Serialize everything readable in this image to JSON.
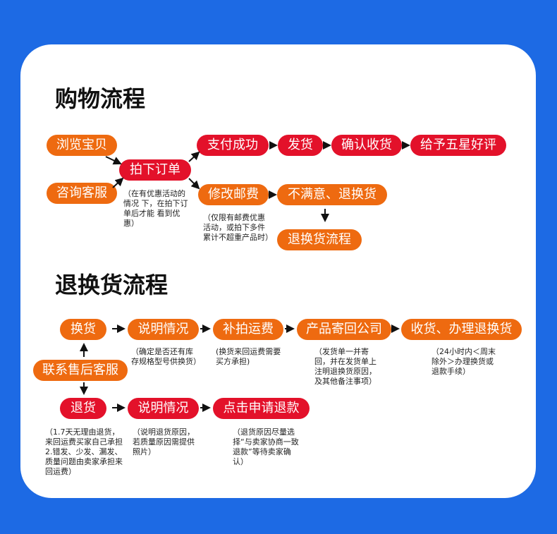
{
  "shopping": {
    "title": "购物流程",
    "browse": "浏览宝贝",
    "consult": "咨询客服",
    "order": "拍下订单",
    "order_note": "（在有优惠活动的情况 下，在拍下订单后才能 看到优惠）",
    "pay": "支付成功",
    "ship": "发货",
    "confirm": "确认收货",
    "review": "给予五星好评",
    "modify_postage": "修改邮费",
    "postage_note": "（仅限有邮费优惠活动，或拍下多件累计不超重产品时）",
    "unsatisfied": "不满意、退换货",
    "return_flow": "退换货流程"
  },
  "returns": {
    "title": "退换货流程",
    "contact": "联系售后客服",
    "exchange": {
      "start": "换货",
      "explain": "说明情况",
      "explain_note": "（确定是否还有库存规格型号供换货）",
      "postage": "补拍运费",
      "postage_note": "(换货来回运费需要买方承担)",
      "send_back": "产品寄回公司",
      "send_note": "（发货单一并寄回，并在发货单上注明退换货原因，及其他备注事项）",
      "receive": "收货、办理退换货",
      "receive_note": "（24小时内＜周末除外＞办理换货或退款手续）"
    },
    "refund": {
      "start": "退货",
      "start_note": "（1.7天无理由退货，来回运费买家自己承担\n2.错发、少发、漏发、质量问题由卖家承担来回运费）",
      "explain": "说明情况",
      "explain_note": "（说明退货原因，若质量原因需提供照片）",
      "apply": "点击申请退款",
      "apply_note": "（退货原因尽量选择“与卖家协商一致退款”等待卖家确认）"
    }
  },
  "colors": {
    "background": "#1d6ae4",
    "card": "#ffffff",
    "orange": "#ee6a10",
    "red": "#e3112a"
  }
}
